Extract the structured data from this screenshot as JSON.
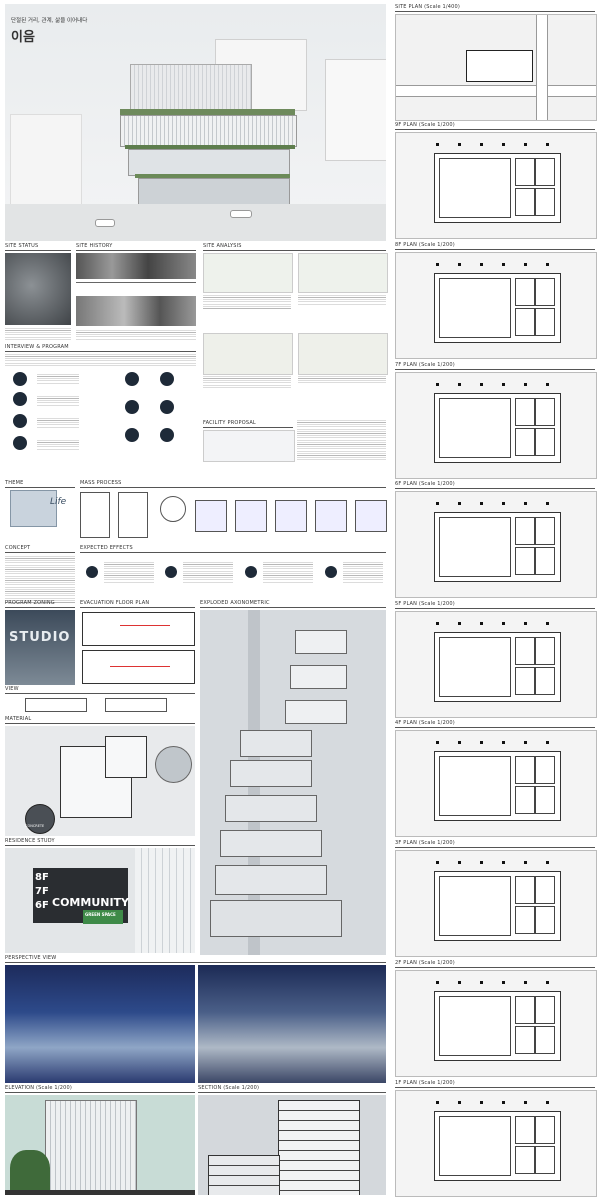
{
  "poster": {
    "subtitle": "단절된 거리, 관계, 삶을 이어내다",
    "title": "이음"
  },
  "left_sections": {
    "site_status": "SITE STATUS",
    "site_history": "SITE HISTORY",
    "site_analysis": "SITE ANALYSIS",
    "interview_program": "INTERVIEW & PROGRAM",
    "facility_proposal": "FACILITY PROPOSAL",
    "theme": "THEME",
    "mass_process": "MASS PROCESS",
    "concept": "CONCEPT",
    "expected_effects": "EXPECTED EFFECTS",
    "program_zoning": "PROGRAM ZONING",
    "evacuation_floor_plan": "EVACUATION FLOOR PLAN",
    "exploded_axonometric": "EXPLODED AXONOMETRIC",
    "view": "VIEW",
    "material": "MATERIAL",
    "residence_study": "RESIDENCE STUDY",
    "perspective_view": "PERSPECTIVE VIEW",
    "elevation": "ELEVATION (Scale 1/200)",
    "section": "SECTION (Scale 1/200)"
  },
  "right_plans": [
    {
      "label": "SITE PLAN (Scale 1/400)"
    },
    {
      "label": "9F PLAN (Scale 1/200)"
    },
    {
      "label": "8F PLAN (Scale 1/200)"
    },
    {
      "label": "7F PLAN (Scale 1/200)"
    },
    {
      "label": "6F PLAN (Scale 1/200)"
    },
    {
      "label": "5F PLAN (Scale 1/200)"
    },
    {
      "label": "4F PLAN (Scale 1/200)"
    },
    {
      "label": "3F PLAN (Scale 1/200)"
    },
    {
      "label": "2F PLAN (Scale 1/200)"
    },
    {
      "label": "1F PLAN (Scale 1/200)"
    }
  ],
  "theme_word": "Life",
  "zoning_word": "STUDIO",
  "residence": {
    "floors": [
      "8F",
      "7F",
      "6F"
    ],
    "community": "COMMUNITY",
    "green": "GREEN SPACE"
  },
  "material_word": "CONCRETE"
}
